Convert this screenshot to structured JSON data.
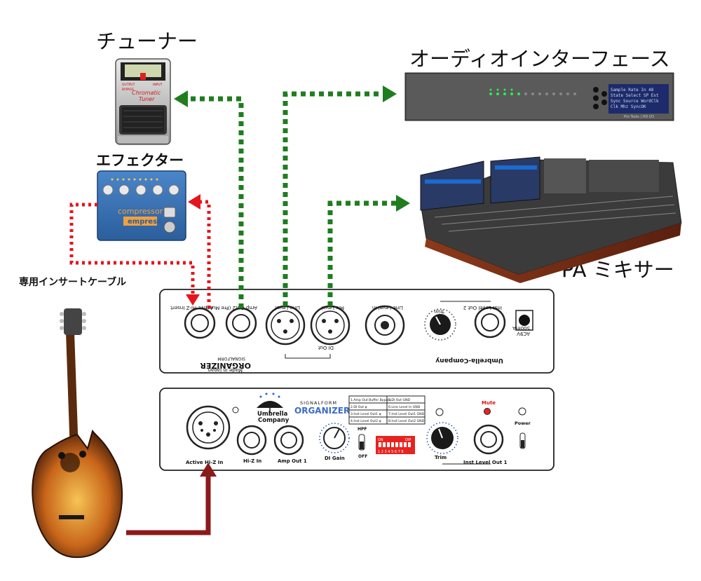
{
  "labels": {
    "tuner": "チューナー",
    "effector": "エフェクター",
    "interface": "オーディオインターフェース",
    "mixer": "PA ミキサー",
    "insert_cable": "専用インサートケーブル"
  },
  "tuner_device": {
    "line1": "Chromatic",
    "line2": "Tuner",
    "output": "OUTPUT",
    "input": "INPUT",
    "bypass": "BYPASS"
  },
  "effector_device": {
    "name": "compressor",
    "brand": "empress"
  },
  "interface_device": {
    "display_lines": [
      "Sample Rate In   48",
      "State Select  SP Ext",
      "Sync Source  WordClk",
      "Clk Mhz    SyncOK"
    ],
    "footer": "Pro Tools | HD I/O"
  },
  "top_panel": {
    "jacks": {
      "insert_return": "Active Hi-Z Insert",
      "amp_out2": "Amp Out2 (Pre Mute)",
      "line_level": "Line Level",
      "mic_level": "Mic Level",
      "line_level_in": "Line Level In",
      "trim": "Trim",
      "inst_level_out2": "Inst Level Out 2",
      "acv": "AC9V",
      "ma": "500mA"
    },
    "di_out": "DI Out",
    "brand_small": "SIGNALFORM",
    "brand": "ORGANIZER",
    "made_in": "Made in Japan",
    "company": "Umbrella-Company"
  },
  "bottom_panel": {
    "logo_line1": "Umbrella",
    "logo_line2": "Company",
    "brand_small": "SIGNALFORM",
    "brand": "ORGANIZER",
    "dip_table": [
      [
        "1.Amp Out Buffer Bypass",
        "5.DI Out GND"
      ],
      [
        "2.DI Out φ",
        "6.Line Level In GND"
      ],
      [
        "3.Inst Level Out1 φ",
        "7.Inst Level Out1 GND"
      ],
      [
        "4.Inst Level Out2 φ",
        "8.Inst Level Out2 GND"
      ]
    ],
    "dip_on": "ON",
    "dip_label": "DIP",
    "dip_numbers": "1 2 3 4 5 6 7 8",
    "hpf": "HPF",
    "off": "OFF",
    "mute": "Mute",
    "power": "Power",
    "jacks": {
      "active_hiz_in": "Active Hi-Z In",
      "hiz_in": "Hi-Z In",
      "amp_out1": "Amp Out 1",
      "di_gain": "DI Gain",
      "trim": "Trim",
      "inst_level_out1": "Inst Level Out 1"
    }
  },
  "colors": {
    "green_line": "#1e7d1e",
    "red_line": "#e6151c",
    "maroon_line": "#8b1a1a",
    "panel_border": "#222222"
  }
}
